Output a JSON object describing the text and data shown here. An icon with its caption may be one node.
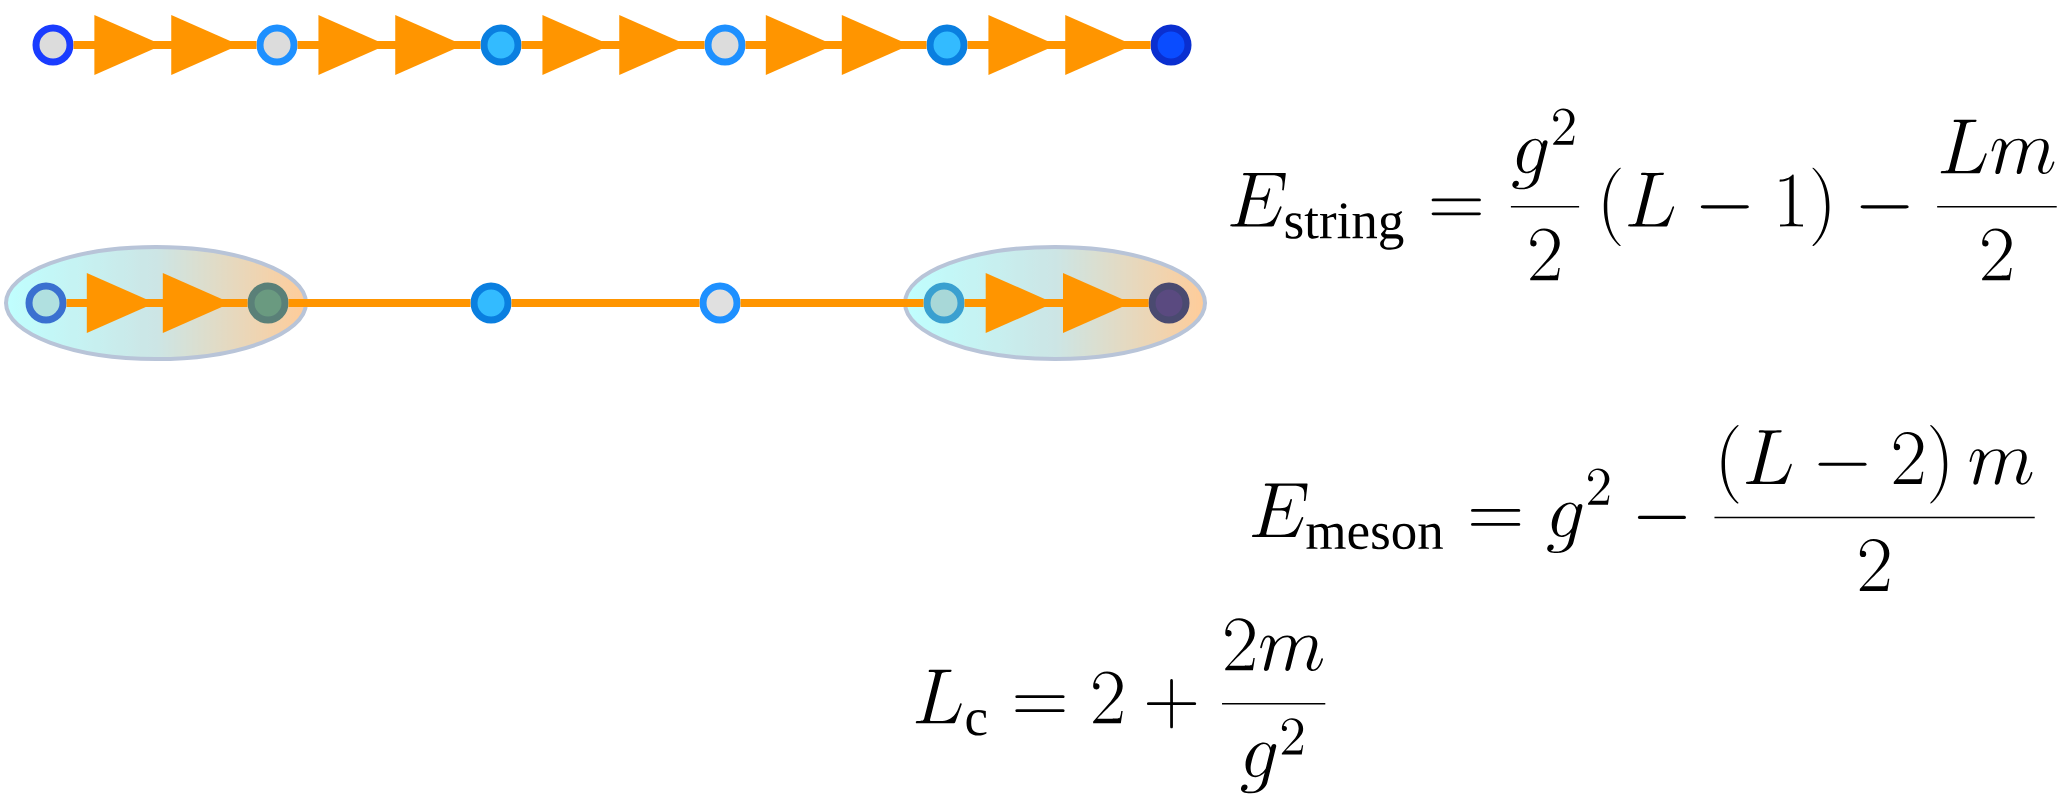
{
  "diagram": {
    "nodes": [
      {
        "text": [],
        "shape": "circle"
      },
      {
        "text": [],
        "shape": "circle"
      },
      {
        "text": [],
        "shape": "circle"
      },
      {
        "text": [],
        "shape": "circle"
      },
      {
        "text": [],
        "shape": "circle"
      },
      {
        "text": [],
        "shape": "circle"
      },
      {
        "text": [],
        "shape": "ellipse"
      },
      {
        "text": [],
        "shape": "circle",
        "in": 6
      },
      {
        "text": [],
        "shape": "circle",
        "in": 6
      },
      {
        "text": [],
        "shape": "circle"
      },
      {
        "text": [],
        "shape": "circle"
      },
      {
        "text": [],
        "shape": "ellipse"
      },
      {
        "text": [],
        "shape": "circle",
        "in": 11
      },
      {
        "text": [],
        "shape": "circle",
        "in": 11
      }
    ],
    "edges": [
      {
        "from": 0,
        "to": 1,
        "arrow": "to"
      },
      {
        "from": 1,
        "to": 2,
        "arrow": "to"
      },
      {
        "from": 2,
        "to": 3,
        "arrow": "to"
      },
      {
        "from": 3,
        "to": 4,
        "arrow": "to"
      },
      {
        "from": 4,
        "to": 5,
        "arrow": "to"
      },
      {
        "from": 7,
        "to": 8,
        "arrow": "to"
      },
      {
        "from": 8,
        "to": 9,
        "arrow": "none"
      },
      {
        "from": 9,
        "to": 10,
        "arrow": "none"
      },
      {
        "from": 10,
        "to": 12,
        "arrow": "none"
      },
      {
        "from": 12,
        "to": 13,
        "arrow": "to"
      }
    ],
    "labels": [
      "E_{\\mathrm{string}} = \\frac{g^2}{2}\\left(L-1\\right) - \\frac{Lm}{2}",
      "E_{\\mathrm{meson}} = g^2 - \\frac{\\left(L-2\\right)m}{2}",
      "L_{\\mathrm{c}} = 2 + \\frac{2m}{g^2}"
    ]
  }
}
